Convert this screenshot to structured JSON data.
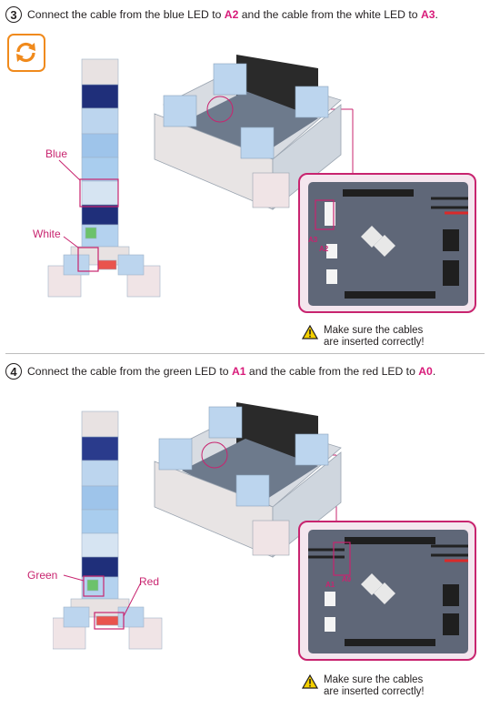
{
  "step3": {
    "num": "3",
    "t1": "Connect the cable from the blue LED to",
    "p1": "A2",
    "t2": "and the cable from the white LED to",
    "p2": "A3",
    "t3": ".",
    "labels": {
      "led_top": "Blue",
      "led_bottom": "White"
    },
    "board_tags": {
      "a": "A3",
      "b": "A2"
    },
    "warning": {
      "line1": "Make sure the cables",
      "line2": "are inserted correctly!"
    }
  },
  "step4": {
    "num": "4",
    "t1": "Connect the cable from the green LED to",
    "p1": "A1",
    "t2": "and the cable from the red LED to",
    "p2": "A0",
    "t3": ".",
    "labels": {
      "led_left": "Green",
      "led_right": "Red"
    },
    "board_tags": {
      "a": "A1",
      "b": "A0"
    },
    "warning": {
      "line1": "Make sure the cables",
      "line2": "are inserted correctly!"
    }
  },
  "colors": {
    "accent": "#d81b7a",
    "callout_border": "#c8246f",
    "refresh_icon": "#f08a1c"
  },
  "icons": [
    "refresh-icon",
    "warning-icon"
  ]
}
